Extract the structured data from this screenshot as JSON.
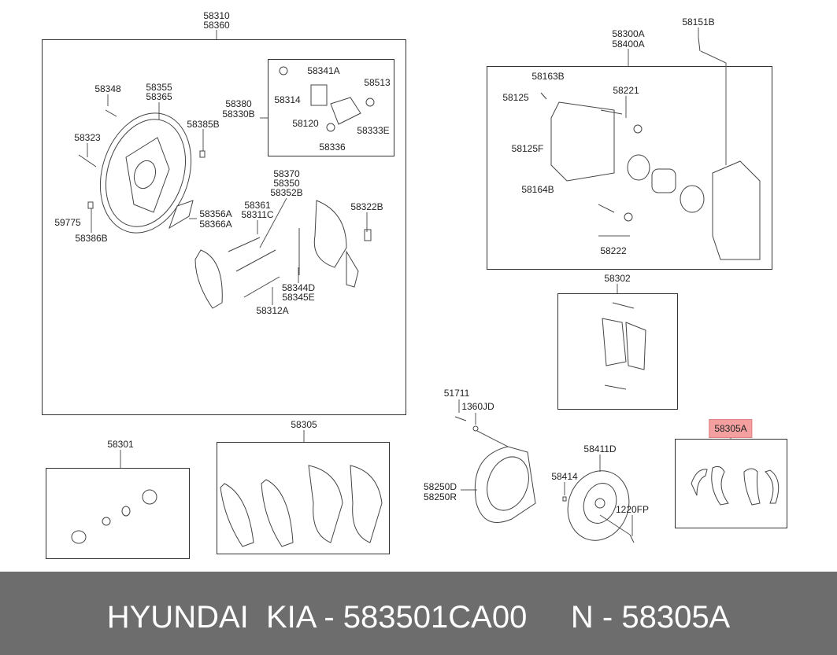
{
  "labels": {
    "main_top": [
      "58310",
      "58360"
    ],
    "l58151b": "58151B",
    "caliper_top": [
      "58300A",
      "58400A"
    ],
    "l58341a": "58341A",
    "l58513": "58513",
    "l58314": "58314",
    "l58120": "58120",
    "l58333e": "58333E",
    "l58336": "58336",
    "cyl": [
      "58380",
      "58330B"
    ],
    "l58348": "58348",
    "plate": [
      "58355",
      "58365"
    ],
    "l58385b": "58385B",
    "l58323": "58323",
    "l59775": "59775",
    "l58386b": "58386B",
    "lever": [
      "58356A",
      "58366A"
    ],
    "adjuster": [
      "58370",
      "58350",
      "58352B"
    ],
    "spring1": [
      "58361",
      "58311C"
    ],
    "l58322b": "58322B",
    "spring2": [
      "58344D",
      "58345E"
    ],
    "l58312a": "58312A",
    "l58163b": "58163B",
    "l58221": "58221",
    "l58125": "58125",
    "l58125f": "58125F",
    "l58164b": "58164B",
    "l58222": "58222",
    "l58302": "58302",
    "l51711": "51711",
    "l1360jd": "1360JD",
    "backing": [
      "58250D",
      "58250R"
    ],
    "l58411d": "58411D",
    "l58414": "58414",
    "l1220fp": "1220FP",
    "l58301": "58301",
    "l58305": "58305",
    "l58305a": "58305A"
  },
  "highlight_color": "#f4a0a0",
  "footer": {
    "text": "HYUNDAI  KIA - 583501CA00     N - 58305A"
  }
}
